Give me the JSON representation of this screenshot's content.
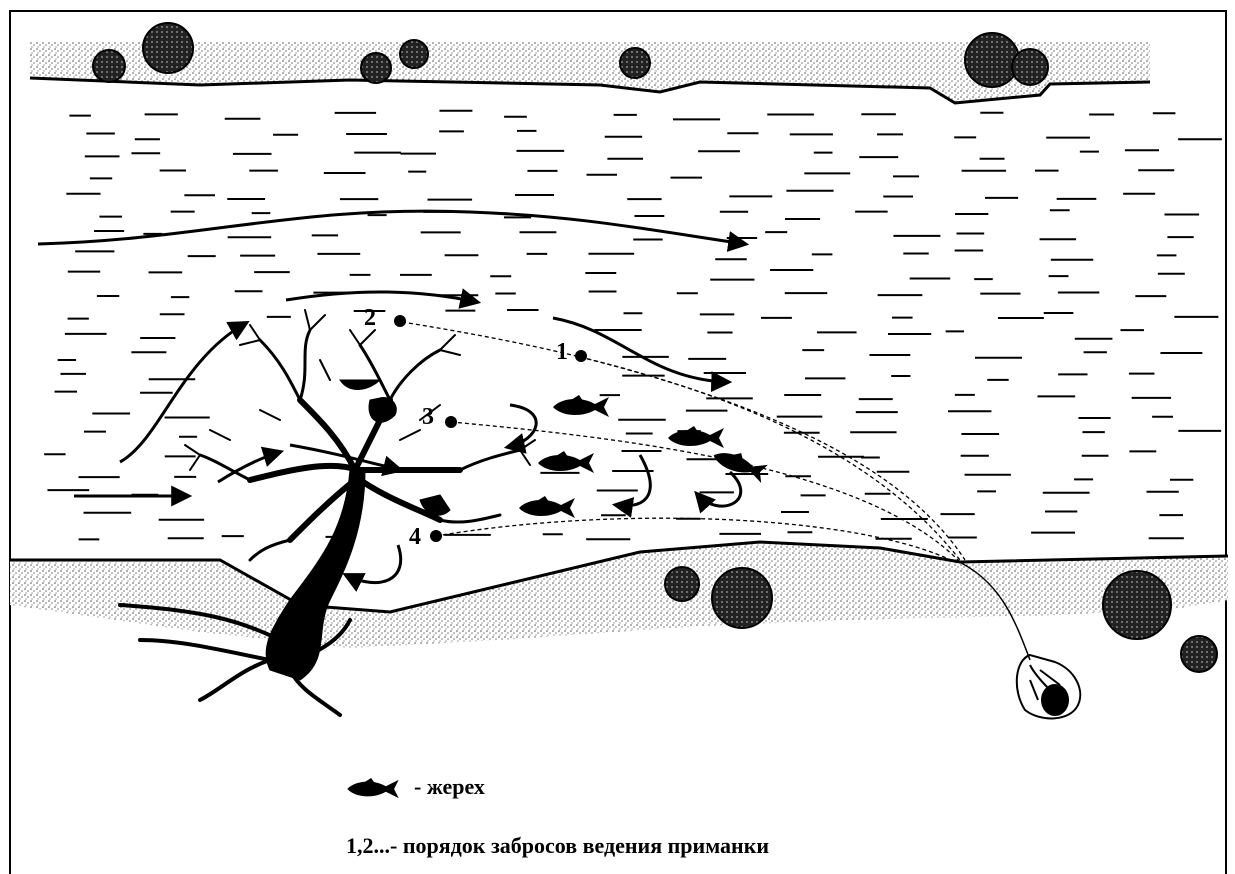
{
  "diagram": {
    "cast_labels": [
      "1",
      "2",
      "3",
      "4"
    ],
    "fish_legend": "- жерех",
    "order_legend": "1,2...- порядок забросов ведения приманки"
  },
  "colors": {
    "ink": "#000000",
    "paper": "#ffffff",
    "sand": "#8a8a8a"
  }
}
